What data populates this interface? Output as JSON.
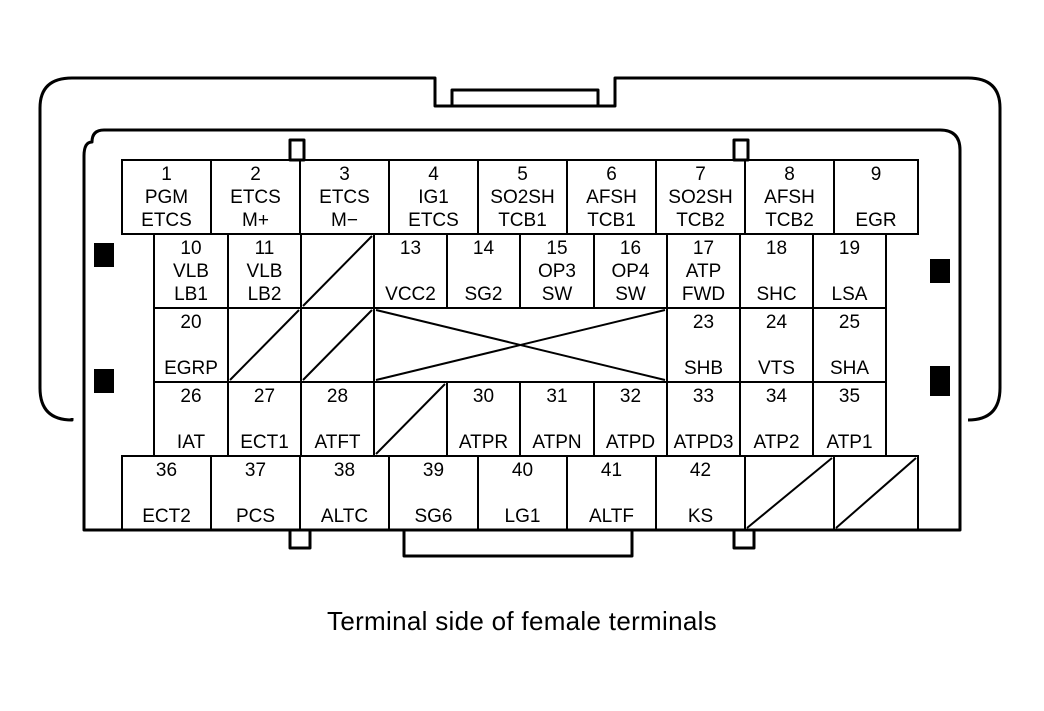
{
  "caption": "Terminal side of female terminals",
  "rows": [
    {
      "cells": [
        {
          "num": "1",
          "lines": [
            "PGM",
            "ETCS"
          ]
        },
        {
          "num": "2",
          "lines": [
            "ETCS",
            "M+"
          ]
        },
        {
          "num": "3",
          "lines": [
            "ETCS",
            "M−"
          ]
        },
        {
          "num": "4",
          "lines": [
            "IG1",
            "ETCS"
          ]
        },
        {
          "num": "5",
          "lines": [
            "SO2SH",
            "TCB1"
          ]
        },
        {
          "num": "6",
          "lines": [
            "AFSH",
            "TCB1"
          ]
        },
        {
          "num": "7",
          "lines": [
            "SO2SH",
            "TCB2"
          ]
        },
        {
          "num": "8",
          "lines": [
            "AFSH",
            "TCB2"
          ]
        },
        {
          "num": "9",
          "lines": [
            "",
            "EGR"
          ]
        }
      ]
    },
    {
      "cells": [
        {
          "num": "10",
          "lines": [
            "VLB",
            "LB1"
          ]
        },
        {
          "num": "11",
          "lines": [
            "VLB",
            "LB2"
          ]
        },
        {
          "empty": true
        },
        {
          "num": "13",
          "lines": [
            "",
            "VCC2"
          ]
        },
        {
          "num": "14",
          "lines": [
            "",
            "SG2"
          ]
        },
        {
          "num": "15",
          "lines": [
            "OP3",
            "SW"
          ]
        },
        {
          "num": "16",
          "lines": [
            "OP4",
            "SW"
          ]
        },
        {
          "num": "17",
          "lines": [
            "ATP",
            "FWD"
          ]
        },
        {
          "num": "18",
          "lines": [
            "",
            "SHC"
          ]
        },
        {
          "num": "19",
          "lines": [
            "",
            "LSA"
          ]
        }
      ]
    },
    {
      "cells": [
        {
          "num": "20",
          "lines": [
            "",
            "EGRP"
          ]
        },
        {
          "empty": true
        },
        {
          "empty": true
        },
        {
          "cross": true
        },
        {
          "num": "23",
          "lines": [
            "",
            "SHB"
          ]
        },
        {
          "num": "24",
          "lines": [
            "",
            "VTS"
          ]
        },
        {
          "num": "25",
          "lines": [
            "",
            "SHA"
          ]
        }
      ]
    },
    {
      "cells": [
        {
          "num": "26",
          "lines": [
            "",
            "IAT"
          ]
        },
        {
          "num": "27",
          "lines": [
            "",
            "ECT1"
          ]
        },
        {
          "num": "28",
          "lines": [
            "",
            "ATFT"
          ]
        },
        {
          "empty": true
        },
        {
          "num": "30",
          "lines": [
            "",
            "ATPR"
          ]
        },
        {
          "num": "31",
          "lines": [
            "",
            "ATPN"
          ]
        },
        {
          "num": "32",
          "lines": [
            "",
            "ATPD"
          ]
        },
        {
          "num": "33",
          "lines": [
            "",
            "ATPD3"
          ]
        },
        {
          "num": "34",
          "lines": [
            "",
            "ATP2"
          ]
        },
        {
          "num": "35",
          "lines": [
            "",
            "ATP1"
          ]
        }
      ]
    },
    {
      "cells": [
        {
          "num": "36",
          "lines": [
            "",
            "ECT2"
          ]
        },
        {
          "num": "37",
          "lines": [
            "",
            "PCS"
          ]
        },
        {
          "num": "38",
          "lines": [
            "",
            "ALTC"
          ]
        },
        {
          "num": "39",
          "lines": [
            "",
            "SG6"
          ]
        },
        {
          "num": "40",
          "lines": [
            "",
            "LG1"
          ]
        },
        {
          "num": "41",
          "lines": [
            "",
            "ALTF"
          ]
        },
        {
          "num": "42",
          "lines": [
            "",
            "KS"
          ]
        },
        {
          "empty": true
        },
        {
          "empty": true
        }
      ]
    }
  ]
}
